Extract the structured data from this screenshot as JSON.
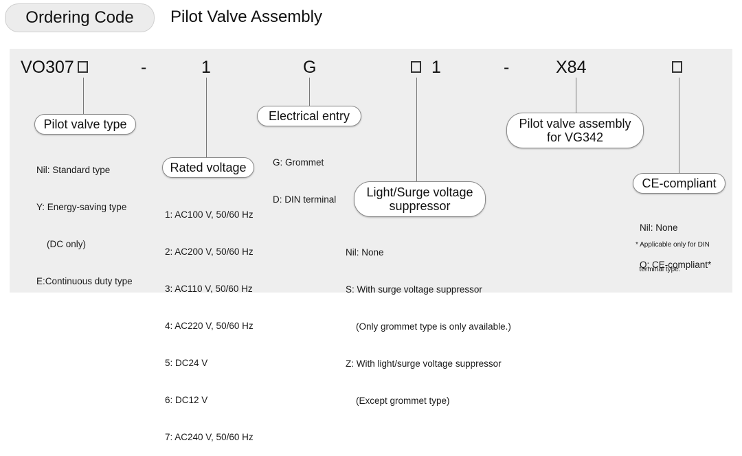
{
  "header": {
    "badge": "Ordering Code",
    "title": "Pilot Valve Assembly"
  },
  "code": {
    "prefix": "VO307",
    "dash1": "-",
    "voltage": "1",
    "entry": "G",
    "one": "1",
    "dash2": "-",
    "suffix": "X84"
  },
  "sections": {
    "pilot_valve_type": {
      "label": "Pilot valve type",
      "options": [
        "Nil: Standard type",
        "Y: Energy-saving type",
        "    (DC only)",
        "E:Continuous duty type"
      ]
    },
    "rated_voltage": {
      "label": "Rated voltage",
      "options": [
        "1: AC100 V, 50/60 Hz",
        "2: AC200 V, 50/60 Hz",
        "3: AC110 V, 50/60 Hz",
        "4: AC220 V, 50/60 Hz",
        "5: DC24 V",
        "6: DC12 V",
        "7: AC240 V, 50/60 Hz"
      ]
    },
    "electrical_entry": {
      "label": "Electrical entry",
      "options": [
        "G: Grommet",
        "D: DIN terminal"
      ]
    },
    "suppressor": {
      "label_line1": "Light/Surge voltage",
      "label_line2": "suppressor",
      "options": [
        "Nil: None",
        "S: With surge voltage suppressor",
        "    (Only grommet type is only available.)",
        "Z: With light/surge voltage suppressor",
        "    (Except grommet type)"
      ]
    },
    "assembly": {
      "label_line1": "Pilot valve assembly",
      "label_line2": "for VG342"
    },
    "ce": {
      "label": "CE-compliant",
      "options": [
        "Nil: None",
        "Q: CE-compliant*"
      ],
      "note_line1": "* Applicable only for DIN",
      "note_line2": "  terminal type."
    }
  }
}
